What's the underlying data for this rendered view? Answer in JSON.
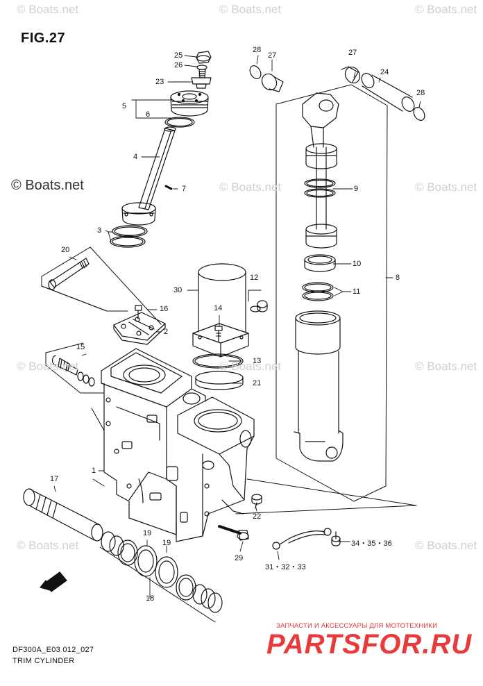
{
  "figure": {
    "title": "FIG.27",
    "code": "DF300A_E03 012_027",
    "name": "TRIM CYLINDER"
  },
  "watermarks": {
    "small": "© Boats.net",
    "large": "© Boats.net"
  },
  "brand": {
    "tagline": "ЗАПЧАСТИ И АКСЕССУАРЫ ДЛЯ МОТОТЕХНИКИ",
    "logo": "PARTSFOR.RU",
    "color": "#e83a3a"
  },
  "fwd_label": "FWD",
  "callouts": {
    "c25": "25",
    "c26": "26",
    "c23": "23",
    "c5": "5",
    "c6": "6",
    "c4": "4",
    "c7": "7",
    "c3": "3",
    "c20": "20",
    "c16": "16",
    "c2": "2",
    "c15": "15",
    "c30": "30",
    "c14": "14",
    "c12": "12",
    "c13": "13",
    "c21": "21",
    "c28a": "28",
    "c27a": "27",
    "c27b": "27",
    "c24": "24",
    "c28b": "28",
    "c9": "9",
    "c10": "10",
    "c11": "11",
    "c8": "8",
    "c1": "1",
    "c17": "17",
    "c22": "22",
    "c19a": "19",
    "c19b": "19",
    "c18": "18",
    "c29": "29",
    "c31": "31・32・33",
    "c34": "34・35・36"
  }
}
